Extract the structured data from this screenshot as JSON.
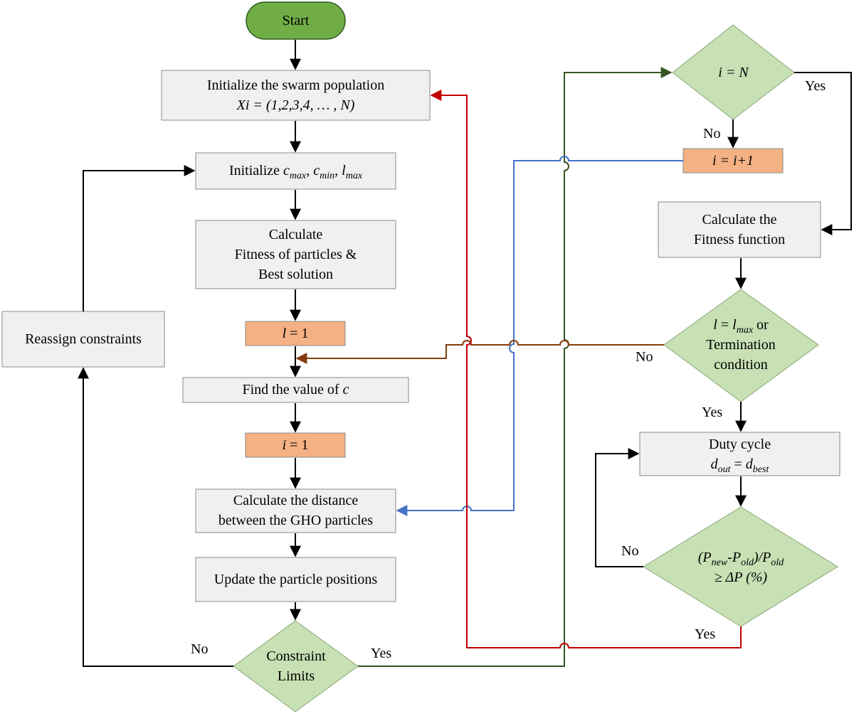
{
  "colors": {
    "process_fill": "#f0f0f0",
    "process_stroke": "#8a8a8a",
    "orange_fill": "#f4b183",
    "green_fill": "#c7e0b4",
    "green_stroke": "#8aa878",
    "start_fill": "#70ad47",
    "start_stroke": "#2f5c1f",
    "red_line": "#c00000",
    "blue_line": "#4472c4",
    "brown_line": "#843c0c",
    "dark_green_line": "#375623"
  },
  "nodes": {
    "start": "Start",
    "init_swarm_line1": "Initialize the swarm population",
    "init_swarm_line2": "Xi = (1,2,3,4, … , N)",
    "init_c_prefix": "Initialize ",
    "c_max_var": "c",
    "c_max_sub": "max",
    "c_min_var": "c",
    "c_min_sub": "min",
    "l_max_var": "l",
    "l_max_sub": "max",
    "calc_fitness_line1": "Calculate",
    "calc_fitness_line2": "Fitness of particles &",
    "calc_fitness_line3": "Best solution",
    "l_eq_var": "l",
    "l_eq_val": " = 1",
    "find_c_prefix": "Find the value of ",
    "find_c_var": "c",
    "i_eq_var": "i",
    "i_eq_val": " = 1",
    "calc_dist_line1": "Calculate the distance",
    "calc_dist_line2": "between the GHO particles",
    "update_pos": "Update the particle positions",
    "constraint_line1": "Constraint",
    "constraint_line2": "Limits",
    "reassign": "Reassign constraints",
    "i_eq_N": "i = N",
    "i_inc": "i = i+1",
    "calc_fit_fn_line1": "Calculate the",
    "calc_fit_fn_line2": "Fitness function",
    "term_l_var": "l",
    "term_eq": " = ",
    "term_lmax_var": "l",
    "term_lmax_sub": "max",
    "term_or": " or",
    "term_line2": "Termination",
    "term_line3": "condition",
    "duty_line1": "Duty cycle",
    "duty_dout_var": "d",
    "duty_dout_sub": "out",
    "duty_eq": " = ",
    "duty_dbest_var": "d",
    "duty_dbest_sub": "best",
    "power_open": "(P",
    "power_new_sub": "new",
    "power_minus": "-P",
    "power_old_sub": "old",
    "power_div": ")/P",
    "power_old_sub2": "old",
    "power_line2": "≥ ΔP (%)"
  },
  "edges": {
    "no_constraint": "No",
    "yes_constraint": "Yes",
    "yes_iN": "Yes",
    "no_iN": "No",
    "no_term": "No",
    "yes_term": "Yes",
    "no_power": "No",
    "yes_power": "Yes"
  }
}
